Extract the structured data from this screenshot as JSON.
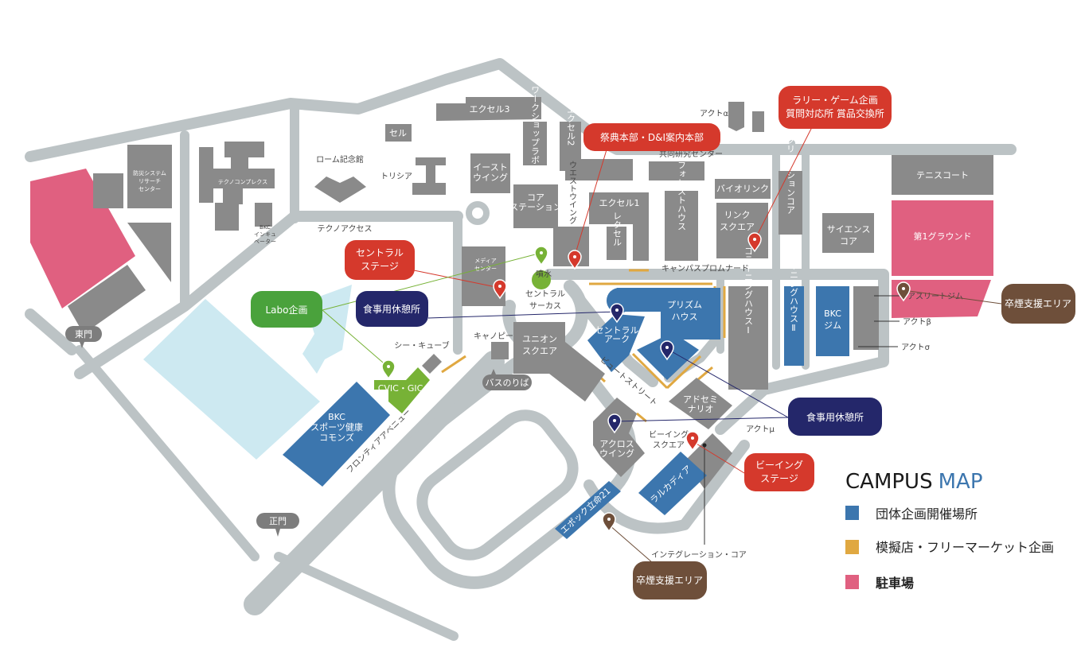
{
  "labels": {
    "excel3": "エクセル3",
    "cell": "セル",
    "workshop_lab": "ワークショップラボ",
    "excel2": "エクセル2",
    "joint_research": "共同研究センター",
    "act_alpha": "アクトα",
    "east_wing": [
      "イースト",
      "ウイング"
    ],
    "rohm": "ローム記念館",
    "trisia": "トリシア",
    "techno_complex": "テクノコンプレクス",
    "disaster_center": [
      "防災システム",
      "リサーチ",
      "センター"
    ],
    "incubator": [
      "BKC",
      "インキュ",
      "ベーター"
    ],
    "techno_access": "テクノアクセス",
    "core_station": [
      "コア",
      "ステーション"
    ],
    "west_wing": "ウエストウイング",
    "excel1": "エクセル1",
    "lexel": "レクセル",
    "forest_house": "フォレストハウス",
    "biolink": "バイオリンク",
    "link_square": [
      "リンク",
      "スクエア"
    ],
    "creation_core": "クリエーションコア",
    "science_core": [
      "サイエンス",
      "コア"
    ],
    "tennis_court": "テニスコート",
    "ground1": "第1グラウンド",
    "promenade": "キャンパスプロムナード",
    "media_center": [
      "メディア",
      "センター"
    ],
    "fountain": "噴水",
    "central_circus": [
      "セントラル",
      "サーカス"
    ],
    "prism_house": [
      "プリズム",
      "ハウス"
    ],
    "colearning1": "コラーニングハウスⅠ",
    "colearning2": "コラーニングハウスⅡ",
    "bkc_gym": [
      "BKC",
      "ジム"
    ],
    "athlete_gym": "アスリートジム",
    "act_beta": "アクトβ",
    "act_sigma": "アクトσ",
    "east_gate": "東門",
    "main_gate": "正門",
    "c_cube": "シー・キューブ",
    "canopy": "キャノピー",
    "union_square": [
      "ユニオン",
      "スクエア"
    ],
    "central_arc": [
      "セントラル",
      "アーク"
    ],
    "bus_stop": "バスのりば",
    "bute_street": "ビュートストリート",
    "ad_seminario": [
      "アドセミ",
      "ナリオ"
    ],
    "act_mu": "アクトμ",
    "across_wing": [
      "アクロス",
      "ウイング"
    ],
    "being_square": [
      "ビーイング",
      "スクエア"
    ],
    "larcadia": "ラルカディア",
    "epoch21": "エポック立命21",
    "integration_core": "インテグレーション・コア",
    "cvic_gic": "CVIC・GIC",
    "sports_commons": [
      "BKC",
      "スポーツ健康",
      "コモンズ"
    ],
    "frontier_avenue": "フロンティアアベニュー"
  },
  "callouts": {
    "central_stage": [
      "セントラル",
      "ステージ"
    ],
    "hq": "祭典本部・D&I案内本部",
    "rally": [
      "ラリー・ゲーム企画",
      "質問対応所 賞品交換所"
    ],
    "labo": "Labo企画",
    "rest1": "食事用休憩所",
    "rest2": "食事用休憩所",
    "being_stage": [
      "ビーイング",
      "ステージ"
    ],
    "smoke1": "卒煙支援エリア",
    "smoke2": "卒煙支援エリア"
  },
  "legend": {
    "title_a": "CAMPUS",
    "title_b": "MAP",
    "items": [
      {
        "label": "団体企画開催場所",
        "color": "#3c76ae"
      },
      {
        "label": "模擬店・フリーマーケット企画",
        "color": "#e0a841"
      },
      {
        "label": "駐車場",
        "color": "#e06080"
      }
    ]
  },
  "colors": {
    "red": "#d5392c",
    "green": "#77b236",
    "navy": "#24276a",
    "brown": "#6e4f3a",
    "road": "#bcc3c5",
    "building": "#8a8a8a",
    "water": "#cde9f1"
  }
}
